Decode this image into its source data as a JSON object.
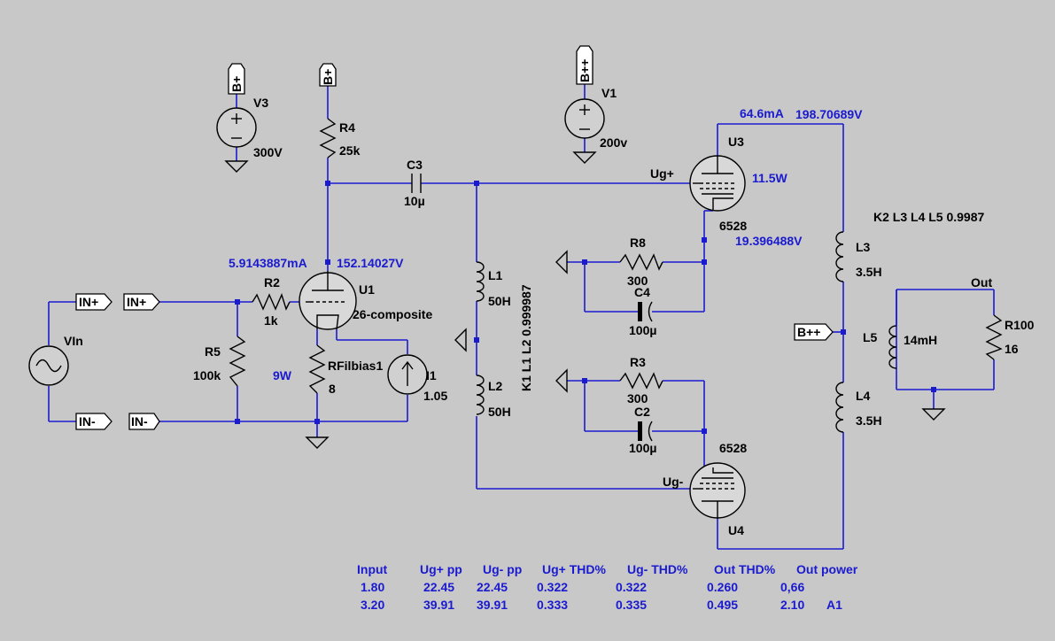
{
  "labels": {
    "v3_flag": "B+",
    "v3_name": "V3",
    "v3_value": "300V",
    "r4_flag": "B+",
    "r4_name": "R4",
    "r4_value": "25k",
    "v1_flag": "B++",
    "v1_name": "V1",
    "v1_value": "200v",
    "c3_name": "C3",
    "c3_value": "10µ",
    "u3_name": "U3",
    "u3_type": "6528",
    "u3_power": "11.5W",
    "ug_plus": "Ug+",
    "ug_minus": "Ug-",
    "u3_current": "64.6mA",
    "u3_voltage": "198.70689V",
    "u3_cathode_v": "19.396488V",
    "k2": "K2 L3 L4 L5 0.9987",
    "k1": "K1 L1 L2 0.999987",
    "r8_name": "R8",
    "r8_value": "300",
    "c4_name": "C4",
    "c4_value": "100µ",
    "r3_name": "R3",
    "r3_value": "300",
    "c2_name": "C2",
    "c2_value": "100µ",
    "u4_name": "U4",
    "u4_type": "6528",
    "l1_name": "L1",
    "l1_value": "50H",
    "l2_name": "L2",
    "l2_value": "50H",
    "l3_name": "L3",
    "l3_value": "3.5H",
    "l4_name": "L4",
    "l4_value": "3.5H",
    "l5_name": "L5",
    "l5_value": "14mH",
    "r100_name": "R100",
    "r100_value": "16",
    "out": "Out",
    "bpp_flag": "B++",
    "u1_current": "5.9143887mA",
    "u1_voltage": "152.14027V",
    "u1_name": "U1",
    "u1_type": "26-composite",
    "r2_name": "R2",
    "r2_value": "1k",
    "r5_name": "R5",
    "r5_value": "100k",
    "rfil_name": "RFilbias1",
    "rfil_value": "8",
    "u1_power": "9W",
    "i1_name": "I1",
    "i1_value": "1.05",
    "vin_name": "VIn",
    "in_plus_a": "IN+",
    "in_plus_b": "IN+",
    "in_minus_a": "IN-",
    "in_minus_b": "IN-"
  },
  "table": {
    "headers": [
      "Input",
      "Ug+ pp",
      "Ug- pp",
      "Ug+ THD%",
      "Ug- THD%",
      "Out THD%",
      "Out power"
    ],
    "rows": [
      [
        "1.80",
        "22.45",
        "22.45",
        "0.322",
        "0.322",
        "0.260",
        "0,66",
        ""
      ],
      [
        "3.20",
        "39.91",
        "39.91",
        "0.333",
        "0.335",
        "0.495",
        "2.10",
        "A1"
      ]
    ]
  },
  "colors": {
    "background": "#c8c8c8",
    "wire": "#1a1ad0",
    "component": "#000000",
    "annotation": "#1a1ad0"
  }
}
